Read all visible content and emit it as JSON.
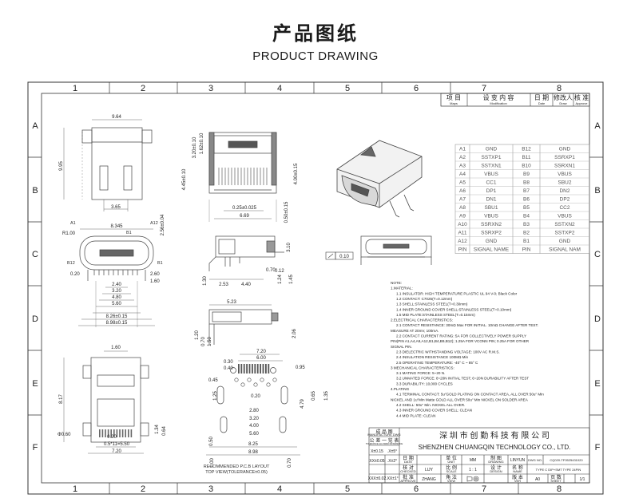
{
  "header": {
    "title_cn": "产品图纸",
    "title_en": "PRODUCT DRAWING"
  },
  "frame": {
    "cols_top": [
      "1",
      "2",
      "3",
      "4",
      "5",
      "6",
      "7",
      "8"
    ],
    "cols_bottom": [
      "1",
      "2",
      "3",
      "4",
      "5",
      "6",
      "7",
      "8"
    ],
    "rows": [
      "A",
      "B",
      "C",
      "D",
      "E",
      "F"
    ]
  },
  "revision_table": {
    "c1": "项 目",
    "c1s": "Maps",
    "c2": "设 变 内 容",
    "c2s": "Modification",
    "c3": "日 期",
    "c3s": "Date",
    "c4": "修改人",
    "c4s": "Draw",
    "c5": "核 准",
    "c5s": "Approve"
  },
  "pin_table": {
    "rows": [
      [
        "A1",
        "GND",
        "B12",
        "GND"
      ],
      [
        "A2",
        "SSTXP1",
        "B11",
        "SSRXP1"
      ],
      [
        "A3",
        "SSTXN1",
        "B10",
        "SSRXN1"
      ],
      [
        "A4",
        "VBUS",
        "B9",
        "VBUS"
      ],
      [
        "A5",
        "CC1",
        "B8",
        "SBU2"
      ],
      [
        "A6",
        "DP1",
        "B7",
        "DN2"
      ],
      [
        "A7",
        "DN1",
        "B6",
        "DP2"
      ],
      [
        "A8",
        "SBU1",
        "B5",
        "CC2"
      ],
      [
        "A9",
        "VBUS",
        "B4",
        "VBUS"
      ],
      [
        "A10",
        "SSRXN2",
        "B3",
        "SSTXN2"
      ],
      [
        "A11",
        "SSRXP2",
        "B2",
        "SSTXP2"
      ],
      [
        "A12",
        "GND",
        "B1",
        "GND"
      ],
      [
        "PIN",
        "SIGNAL NAME",
        "PIN",
        "SIGNAL NAM"
      ]
    ]
  },
  "dims": {
    "d_964": "9.64",
    "d_995": "9.95",
    "d_365": "3.65",
    "d_8345": "8.345",
    "d_a1": "A1",
    "d_a12": "A12",
    "d_b1": "B1",
    "d_b12": "B12",
    "d_r100": "R1.00",
    "d_256": "2.56±0.04",
    "d_020a": "0.20",
    "d_260": "2.60",
    "d_160a": "1.60",
    "d_240": "2.40",
    "d_320": "3.20",
    "d_480": "4.80",
    "d_560": "5.60",
    "d_826": "8.26±0.15",
    "d_898": "8.98±0.15",
    "d_320b": "3.20±0.10",
    "d_162": "1.62±0.10",
    "d_445": "4.45±0.10",
    "d_400": "4.00±0.15",
    "d_025": "0.25±0.025",
    "d_669": "6.69",
    "d_050": "0.50±0.15",
    "d_310": "3.10",
    "d_070": "0.70",
    "d_012": "0.12",
    "d_130": "1.30",
    "d_253": "2.53",
    "d_440": "4.40",
    "d_124": "1.24",
    "d_145": "1.45",
    "d_523": "5.23",
    "d_206": "2.06",
    "d_120": "1.20",
    "d_070b": "0.70",
    "d_150": "1.50",
    "d_flat": "0.10",
    "d_160b": "1.60",
    "d_817": "8.17",
    "d_060": "Φ0.60",
    "d_020b": "0.20",
    "d_055": "0.5*11=5.50",
    "d_720a": "7.20",
    "d_134": "1.34",
    "d_064": "0.64",
    "d_720b": "7.20",
    "d_600": "6.00",
    "d_030": "0.30",
    "d_040": "0.40",
    "d_095": "0.95",
    "d_045": "0.45",
    "d_125": "1.25",
    "d_020c": "0.20",
    "d_065": "0.65",
    "d_135": "1.35",
    "d_479": "4.79",
    "d_280": "2.80",
    "d_320c": "3.20",
    "d_400c": "4.00",
    "d_560c": "5.60",
    "d_050b": "0.50",
    "d_100": "1.00",
    "d_825": "8.25",
    "d_898b": "8.98",
    "d_070c": "0.70",
    "pcb_label1": "RECOMMENDED P.C.B LAYOUT",
    "pcb_label2": "TOP VIEW(TOLERANCE±0.05)"
  },
  "notes": [
    "NOTE:",
    "1.MATERIAL:",
    "1.1 INSULATOR: HIGH TEMPERATURE PLASTIC UL 94 V-0; Black Color",
    "1.2 CONTACT: C7025(T=0.12mm)",
    "1.3 SHELL:STAINLESS STEEL(T=0.30mm)",
    "1.4 INNER GROUND COVER SHELL:STAINLESS STEEL(T=0.10mm)",
    "1.5 MID PLATE:STAINLESS STEEL(T=0.15mm)",
    "2.ELECTRICAL CHARACTERISTICS:",
    "2.1 CONTACT RESISTANCE: 30mΩ Max FOR INITIAL. 10mΩ CHANGE AFTER TEST.",
    "MEASURE AT 20mV, 100mA.",
    "2.2 CONTACT CURRENT RATING: 5A FOR COLLECTIVELY POWER SUPPLY",
    "PIN(PIN A1,A4,A9,A12,B1,B4,B9,B12); 1.25A FOR VCONN PIN; 0.25A FOR OTHER",
    "SIGNAL PIN.",
    "2.3 DIELECTRIC WITHSTANDING VOLTAGE: 100V AC R.M.S.",
    "2.4 INSULATION RESISTANCE 100MΩ Min",
    "2.5 OPERATING TEMPERATURE: -40° C ~ 85° C",
    "3 MECHANICAL CHARACTERISTICS:",
    "3.1 MATING FORCE: 5~20 N.",
    "3.2 UNMATED FORCE: 8~20N INITIAL TEST; 6~20N DURABILITY AFTER TEST",
    "3.3 DURABILITY: 10,000 CYCLES",
    "4.PLATING",
    "4.1 TERMINAL CONTACT: 5u\"GOLD PLATING ON CONTACT AREA, ALL OVER 50u\" Min",
    "NICKEL AND 1u\"Min Matte GOLD ALL OVER 50u\" Min NICKEL ON SOLDER AREA",
    "4.2 SHELL: 50u\" Min. NICKEL ALL OVER.",
    "4.3 INNER GROUND COVER SHELL: CLEAN",
    "4.4 MID PLATE: CLEAN"
  ],
  "title_block": {
    "finished_cn": "成 品 图",
    "finished_en": "MANUFACTURE DWG",
    "tol_cn": "公 差 一 览 表",
    "tol_en": "TOLERANCE ALLOWED DIFFERENCE",
    "t1": "X±0.15",
    "t2": ".X±5°",
    "t3": "XX±0.05",
    "t4": ".X±2°",
    "t5": "XXX±0.02",
    "t6": ".XX±1°",
    "date_cn": "日 期",
    "date_en": "DATE",
    "checked_cn": "核 对",
    "checked_en": "CHECKED",
    "checked_val": "LIJY",
    "approve_cn": "批 准",
    "approve_en": "APPROVE",
    "approve_val": "ZHANG",
    "unit_cn": "单 位",
    "unit_en": "UNIT",
    "unit_val": "MM",
    "scale_cn": "比 例",
    "scale_en": "SCALE",
    "scale_val": "1 : 1",
    "view_cn": "角 法",
    "view_en": "VIEW",
    "drawing_cn": "制 图",
    "drawing_en": "DRAWING",
    "drawing_val": "LINYUN",
    "design_cn": "设 计",
    "design_en": "DESIGN",
    "company_cn": "深 圳 市 创 勤 科 技 有 限 公 司",
    "company_en": "SHENZHEN CHUANGQIN TECHNOLOGY CO., LTD.",
    "dwgno_label": "DWG NO.",
    "dwgno_val": "CQ020-TF0525431020",
    "name_cn": "名 称",
    "name_en": "NAME",
    "name_val": "TYPE C DIP+SMT TYPE 24PIN",
    "ver_cn": "版 本",
    "ver_en": "VER",
    "ver_val": "A0",
    "sheet_cn": "页 数",
    "sheet_en": "SHEET",
    "sheet_val": "1/1"
  }
}
